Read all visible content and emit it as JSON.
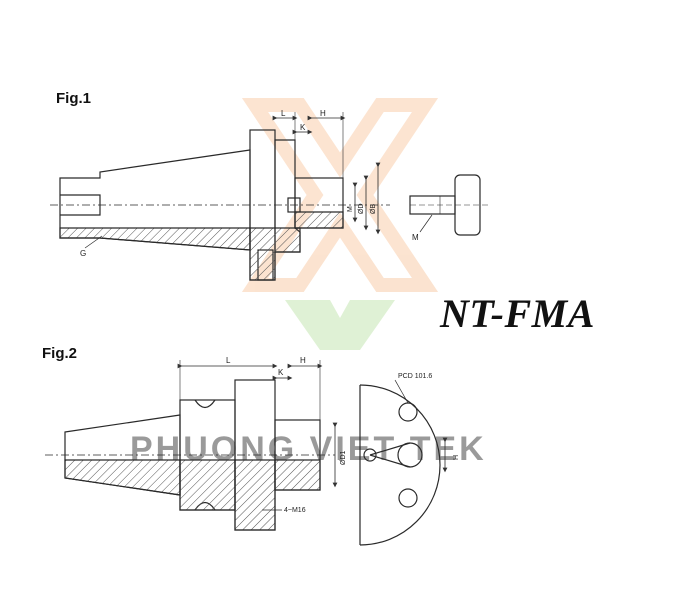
{
  "title": "NT-FMA",
  "watermark": {
    "text": "PHUONG VIET TEK",
    "colors": [
      "#f5b27a",
      "#8fcf6a"
    ]
  },
  "figures": [
    {
      "label": "Fig.1",
      "dimensions": [
        "L",
        "K",
        "H",
        "M",
        "ØD",
        "ØB",
        "G",
        "M"
      ]
    },
    {
      "label": "Fig.2",
      "dimensions": [
        "L",
        "K",
        "H",
        "ØD1",
        "4~M16",
        "PCD 101.6",
        "H"
      ]
    }
  ],
  "colors": {
    "line": "#2a2a2a",
    "hatch": "#555555"
  }
}
